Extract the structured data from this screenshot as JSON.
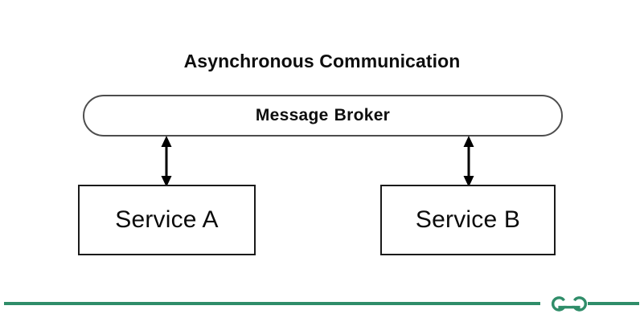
{
  "diagram": {
    "title": "Asynchronous Communication",
    "broker": {
      "label_part1": "Message",
      "label_part2": "Broker",
      "shape": "rounded-rectangle"
    },
    "services": [
      {
        "id": "service-a",
        "label": "Service A",
        "shape": "rectangle"
      },
      {
        "id": "service-b",
        "label": "Service B",
        "shape": "rectangle"
      }
    ],
    "connections": [
      {
        "from": "Message Broker",
        "to": "Service A",
        "style": "double-headed-arrow",
        "direction": "bidirectional"
      },
      {
        "from": "Message Broker",
        "to": "Service B",
        "style": "double-headed-arrow",
        "direction": "bidirectional"
      }
    ]
  },
  "footer": {
    "logo_name": "geeksforgeeks-logo",
    "accent_color": "#2f8d69"
  },
  "colors": {
    "background": "#ffffff",
    "text": "#0e0e0e",
    "box_border": "#1a1a1a",
    "broker_border": "#4d4d4d",
    "arrow": "#000000",
    "accent_green": "#2f8d69"
  }
}
